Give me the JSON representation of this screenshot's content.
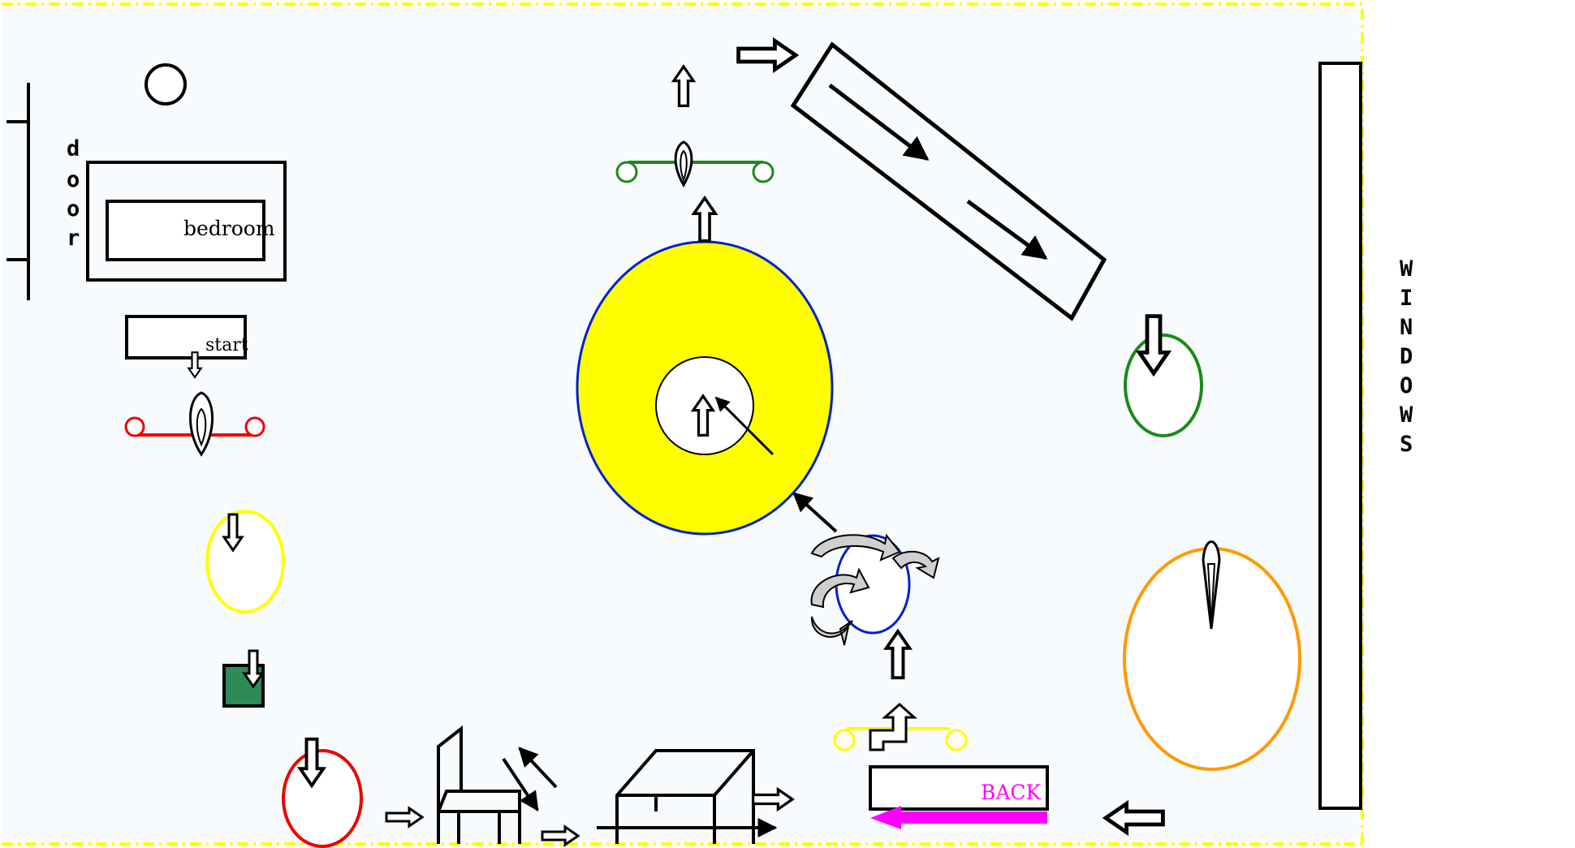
{
  "diagram": {
    "labels": {
      "door": [
        "d",
        "o",
        "o",
        "r"
      ],
      "bedroom": "bedroom",
      "start": "start",
      "windows": [
        "W",
        "I",
        "N",
        "D",
        "O",
        "W",
        "S"
      ],
      "back": "BACK"
    },
    "colors": {
      "background": "#f8fbfe",
      "border": "#ffff00",
      "yellow": "#ffff00",
      "blue": "#0022cc",
      "green": "#1a8a1a",
      "red": "#ee0000",
      "orange": "#ff9900",
      "magenta": "#ff00ff",
      "dark_green": "#2e8b57",
      "black": "#000000"
    }
  }
}
